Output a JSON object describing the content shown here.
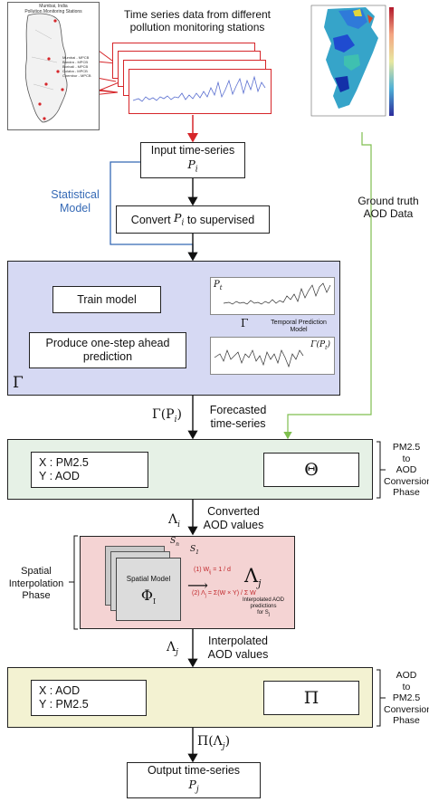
{
  "top_caption": "Time series data from different pollution monitoring stations",
  "map_left": {
    "title_line1": "Mumbai, India",
    "title_line2": "Pollution Monitoring Stations",
    "stations": [
      "Mumbai - MPCB",
      "Bandra - MPCB",
      "Borivali - MPCB",
      "Colaba - MPCB",
      "Chembur - MPCB"
    ]
  },
  "input_box": {
    "line1": "Input time-series",
    "line2": "P",
    "sub": "i"
  },
  "statistical_label": {
    "line1": "Statistical",
    "line2": "Model"
  },
  "convert_box": {
    "prefix": "Convert ",
    "var": "P",
    "sub": "i",
    "suffix": " to supervised"
  },
  "ground_truth": {
    "line1": "Ground truth",
    "line2": "AOD Data"
  },
  "model_panel": {
    "train": "Train model",
    "produce_line1": "Produce one-step ahead",
    "produce_line2": "prediction",
    "gamma": "Γ",
    "chart_top_label": "P",
    "chart_top_sub": "t",
    "temporal_label_line1": "Temporal Prediction",
    "temporal_label_line2": "Model",
    "chart_bottom_label": "Γ(P",
    "chart_bottom_sub": "t",
    "chart_bottom_end": ")"
  },
  "forecast": {
    "symbol": "Γ(P",
    "sub": "i",
    "end": ")",
    "line1": "Forecasted",
    "line2": "time-series"
  },
  "conv1": {
    "x": "X : PM2.5",
    "y": "Y : AOD",
    "symbol": "Θ",
    "side_line1": "PM2.5",
    "side_line2": "to",
    "side_line3": "AOD",
    "side_line4": "Conversion",
    "side_line5": "Phase"
  },
  "lambda_i": {
    "symbol": "Λ",
    "sub": "i",
    "line1": "Converted",
    "line2": "AOD values"
  },
  "spatial": {
    "side_line1": "Spatial",
    "side_line2": "Interpolation",
    "side_line3": "Phase",
    "model_label": "Spatial Model",
    "phi": "Φ",
    "phi_sub": "I",
    "s_n": "S",
    "s_n_sub": "n",
    "s_1": "S",
    "s_1_sub": "1",
    "eq1": "(1) W",
    "eq1_sub": "ij",
    "eq1_rhs": "= 1 / d",
    "eq2": "(2) Λ",
    "eq2_sub": "j",
    "eq2_rhs": "= Σ(W × Y) / Σ W",
    "lambda_j": "Λ",
    "lambda_j_sub": "j",
    "caption_line1": "Interpolated AOD",
    "caption_line2": "predictions",
    "caption_line3": "for S",
    "caption_sub": "j"
  },
  "lambda_j": {
    "symbol": "Λ",
    "sub": "j",
    "line1": "Interpolated",
    "line2": "AOD values"
  },
  "conv2": {
    "x": "X : AOD",
    "y": "Y : PM2.5",
    "symbol": "Π",
    "side_line1": "AOD",
    "side_line2": "to",
    "side_line3": "PM2.5",
    "side_line4": "Conversion",
    "side_line5": "Phase"
  },
  "pi_output": {
    "symbol": "Π(Λ",
    "sub": "j",
    "end": ")"
  },
  "output_box": {
    "line1": "Output time-series",
    "line2": "P",
    "sub": "j"
  },
  "colors": {
    "blue_panel": "#d6d9f3",
    "green_panel": "#e6f1e6",
    "pink_panel": "#f4d3d3",
    "yellow_panel": "#f3f2d2",
    "red_arrow": "#d6262a",
    "blue_arrow": "#3569b5",
    "green_arrow": "#7fbf4f",
    "orange_loop": "#e0782f",
    "chart_line": "#5a6fd0"
  }
}
